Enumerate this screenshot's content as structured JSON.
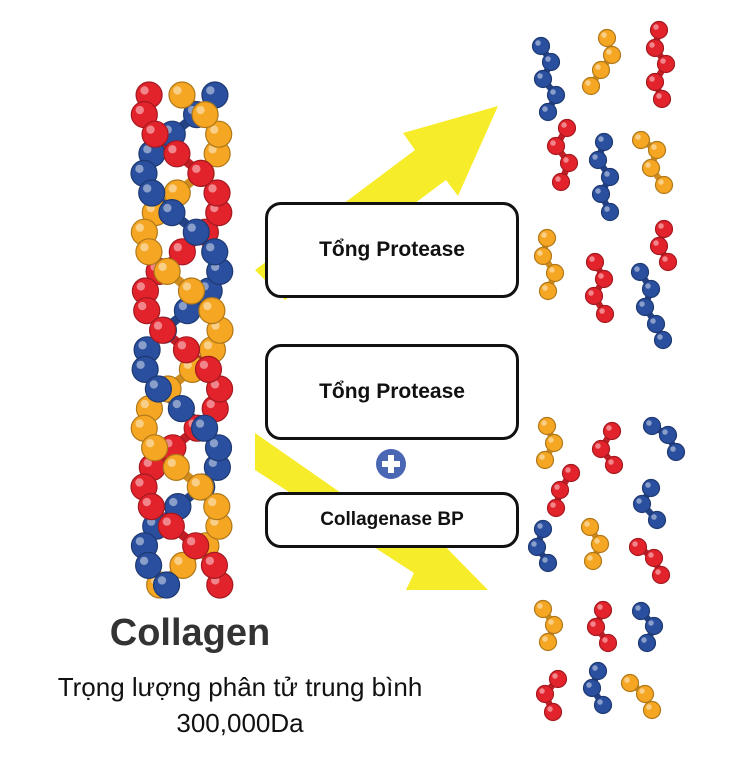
{
  "colors": {
    "red": "#e3232c",
    "blue": "#2a4f9e",
    "orange": "#f5a623",
    "arrow": "#f7ec2a",
    "plus": "#4a67b4"
  },
  "boxes": {
    "top": "Tổng Protease",
    "middle": "Tổng Protease",
    "bottom": "Collagenase BP"
  },
  "plus_icon": "plus-circle-icon",
  "collagen": {
    "title": "Collagen",
    "subtitle_line1": "Trọng lượng phân tử trung bình",
    "subtitle_line2": "300,000Da"
  }
}
